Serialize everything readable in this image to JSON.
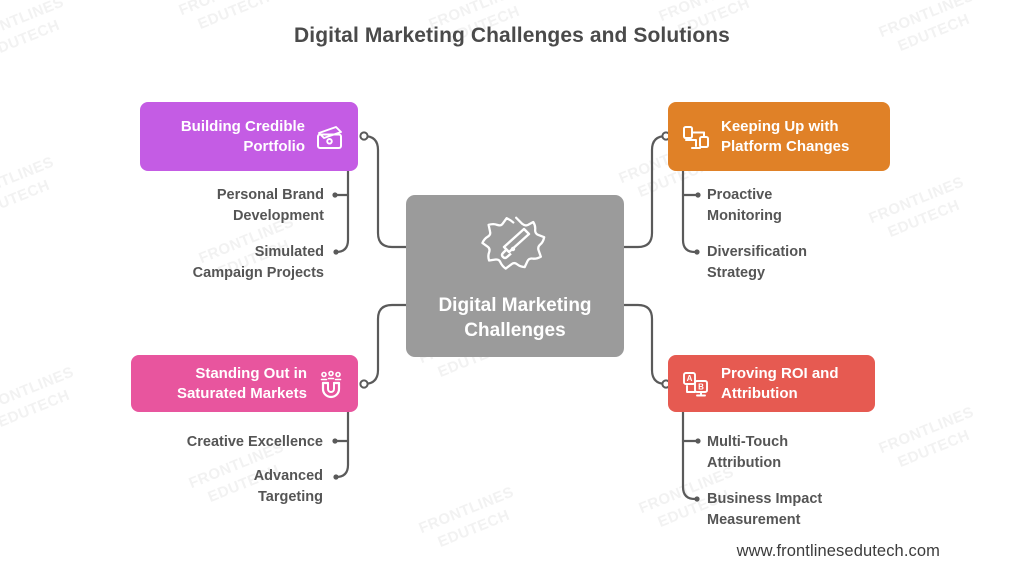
{
  "page": {
    "title": "Digital Marketing Challenges and Solutions",
    "footer_url": "www.frontlinesedutech.com",
    "background_color": "#ffffff"
  },
  "watermark": {
    "line1": "FRONTLINES",
    "line2": "EDUTECH",
    "color": "#f2f2f2"
  },
  "center": {
    "label": "Digital Marketing\nChallenges",
    "label_line1": "Digital Marketing",
    "label_line2": "Challenges",
    "icon": "megaphone-gear-icon",
    "color": "#9b9b9b",
    "text_color": "#ffffff"
  },
  "connector": {
    "color": "#5a5a5a",
    "width": 2.2
  },
  "branches": [
    {
      "id": "portfolio",
      "label": "Building Credible\nPortfolio",
      "label_line1": "Building Credible",
      "label_line2": "Portfolio",
      "icon": "wallet-portfolio-icon",
      "color": "#c45ce4",
      "position": "top-left",
      "children": [
        {
          "label_line1": "Personal Brand",
          "label_line2": "Development"
        },
        {
          "label_line1": "Simulated",
          "label_line2": "Campaign Projects"
        }
      ]
    },
    {
      "id": "platform",
      "label": "Keeping Up with\nPlatform Changes",
      "label_line1": "Keeping Up with",
      "label_line2": "Platform Changes",
      "icon": "devices-platform-icon",
      "color": "#e08127",
      "position": "top-right",
      "children": [
        {
          "label_line1": "Proactive",
          "label_line2": "Monitoring"
        },
        {
          "label_line1": "Diversification",
          "label_line2": "Strategy"
        }
      ]
    },
    {
      "id": "saturated",
      "label": "Standing Out in\nSaturated Markets",
      "label_line1": "Standing Out in",
      "label_line2": "Saturated Markets",
      "icon": "magnet-audience-icon",
      "color": "#e8559e",
      "position": "bottom-left",
      "children": [
        {
          "label_line1": "Creative Excellence",
          "label_line2": ""
        },
        {
          "label_line1": "Advanced",
          "label_line2": "Targeting"
        }
      ]
    },
    {
      "id": "roi",
      "label": "Proving ROI and\nAttribution",
      "label_line1": "Proving ROI and",
      "label_line2": "Attribution",
      "icon": "ab-test-icon",
      "color": "#e65a51",
      "position": "bottom-right",
      "children": [
        {
          "label_line1": "Multi-Touch",
          "label_line2": "Attribution"
        },
        {
          "label_line1": "Business Impact",
          "label_line2": "Measurement"
        }
      ]
    }
  ]
}
